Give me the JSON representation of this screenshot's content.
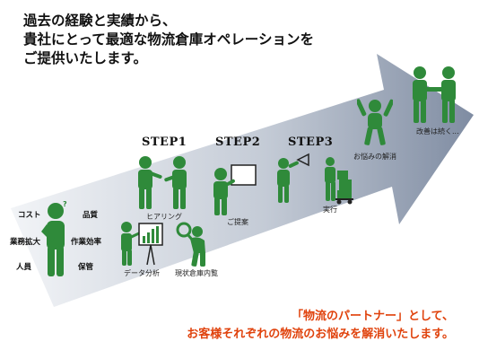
{
  "title_lines": [
    "過去の経験と実績から、",
    "貴社にとって最適な物流倉庫オペレーションを",
    "ご提供いたします。"
  ],
  "steps": [
    "STEP1",
    "STEP2",
    "STEP3"
  ],
  "issues": [
    "コスト",
    "品質",
    "業務拡大",
    "作業効率",
    "人員",
    "保管"
  ],
  "figure_labels": {
    "data_analysis": "データ分析",
    "site_inspection": "現状倉庫内覧",
    "hearing": "ヒアリング",
    "proposal": "ご提案",
    "execution": "実行",
    "resolution": "お悩みの解消",
    "improvement": "改善は続く..."
  },
  "bottom_lines": [
    "「物流のパートナー」として、",
    "お客様それぞれの物流のお悩みを解消いたします。"
  ],
  "colors": {
    "figure_green": "#2f8a3a",
    "arrow_light": "#e4e9f0",
    "arrow_dark": "#8a97ab",
    "accent_orange": "#e0420c"
  }
}
